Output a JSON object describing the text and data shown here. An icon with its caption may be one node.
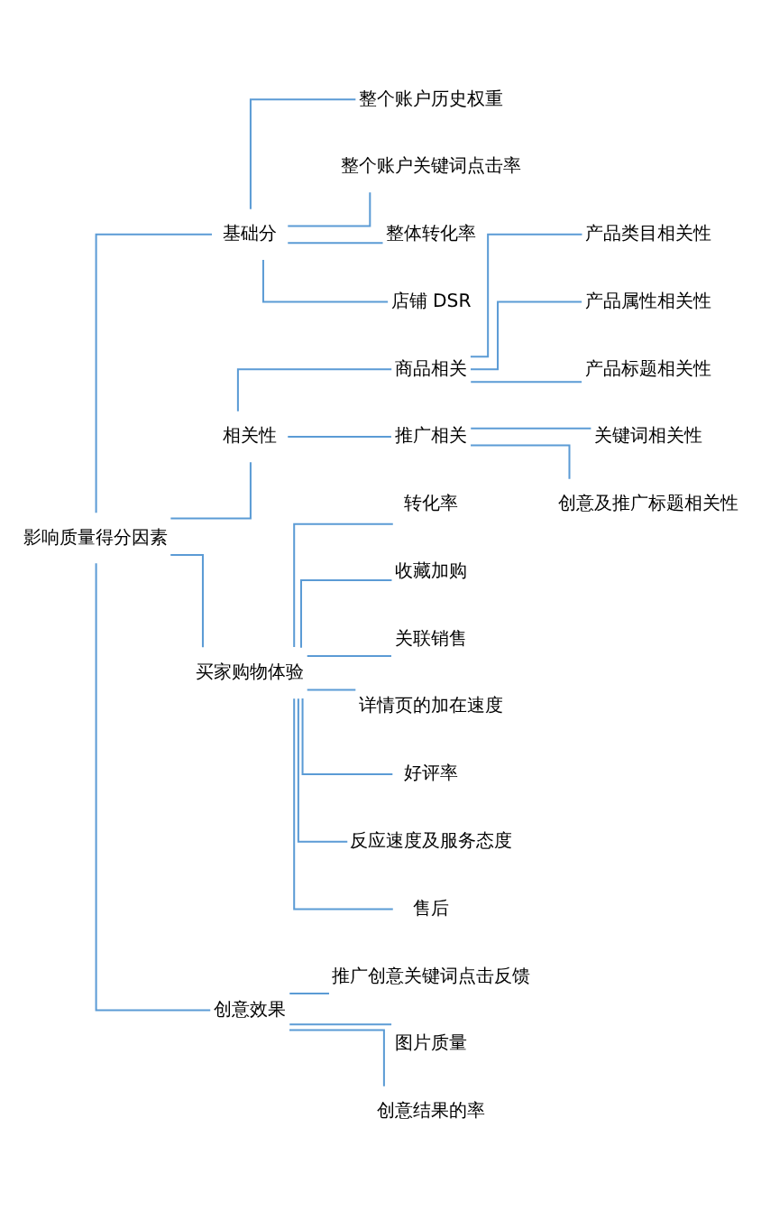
{
  "diagram": {
    "nodes": [
      {
        "text": [
          "影响质量得分因素"
        ]
      },
      {
        "text": [
          "基础分"
        ]
      },
      {
        "text": [
          "整个账户历史权重"
        ]
      },
      {
        "text": [
          "整个账户关键词点击率"
        ]
      },
      {
        "text": [
          "整体转化率"
        ]
      },
      {
        "text": [
          "店铺 DSR"
        ]
      },
      {
        "text": [
          "相关性"
        ]
      },
      {
        "text": [
          "商品相关"
        ]
      },
      {
        "text": [
          "产品类目相关性"
        ]
      },
      {
        "text": [
          "产品属性相关性"
        ]
      },
      {
        "text": [
          "产品标题相关性"
        ]
      },
      {
        "text": [
          "推广相关"
        ]
      },
      {
        "text": [
          "关键词相关性"
        ]
      },
      {
        "text": [
          "创意及推广标题相关性"
        ]
      },
      {
        "text": [
          "买家购物体验"
        ]
      },
      {
        "text": [
          "转化率"
        ]
      },
      {
        "text": [
          "收藏加购"
        ]
      },
      {
        "text": [
          "关联销售"
        ]
      },
      {
        "text": [
          "详情页的加在速度"
        ]
      },
      {
        "text": [
          "好评率"
        ]
      },
      {
        "text": [
          "反应速度及服务态度"
        ]
      },
      {
        "text": [
          "售后"
        ]
      },
      {
        "text": [
          "创意效果"
        ]
      },
      {
        "text": [
          "推广创意关键词点击反馈"
        ]
      },
      {
        "text": [
          "图片质量"
        ]
      },
      {
        "text": [
          "创意结果的率"
        ]
      }
    ],
    "edges": [
      {
        "from": 0,
        "to": 1,
        "arrow": "none"
      },
      {
        "from": 1,
        "to": 2,
        "arrow": "none"
      },
      {
        "from": 1,
        "to": 3,
        "arrow": "none"
      },
      {
        "from": 1,
        "to": 4,
        "arrow": "none"
      },
      {
        "from": 1,
        "to": 5,
        "arrow": "none"
      },
      {
        "from": 0,
        "to": 6,
        "arrow": "none"
      },
      {
        "from": 6,
        "to": 7,
        "arrow": "none"
      },
      {
        "from": 7,
        "to": 8,
        "arrow": "none"
      },
      {
        "from": 7,
        "to": 9,
        "arrow": "none"
      },
      {
        "from": 7,
        "to": 10,
        "arrow": "none"
      },
      {
        "from": 6,
        "to": 11,
        "arrow": "none"
      },
      {
        "from": 11,
        "to": 12,
        "arrow": "none"
      },
      {
        "from": 11,
        "to": 13,
        "arrow": "none"
      },
      {
        "from": 0,
        "to": 14,
        "arrow": "none"
      },
      {
        "from": 14,
        "to": 15,
        "arrow": "none"
      },
      {
        "from": 14,
        "to": 16,
        "arrow": "none"
      },
      {
        "from": 14,
        "to": 17,
        "arrow": "none"
      },
      {
        "from": 14,
        "to": 18,
        "arrow": "none"
      },
      {
        "from": 14,
        "to": 19,
        "arrow": "none"
      },
      {
        "from": 14,
        "to": 20,
        "arrow": "none"
      },
      {
        "from": 14,
        "to": 21,
        "arrow": "none"
      },
      {
        "from": 0,
        "to": 22,
        "arrow": "none"
      },
      {
        "from": 22,
        "to": 23,
        "arrow": "none"
      },
      {
        "from": 22,
        "to": 24,
        "arrow": "none"
      },
      {
        "from": 22,
        "to": 25,
        "arrow": "none"
      }
    ]
  }
}
